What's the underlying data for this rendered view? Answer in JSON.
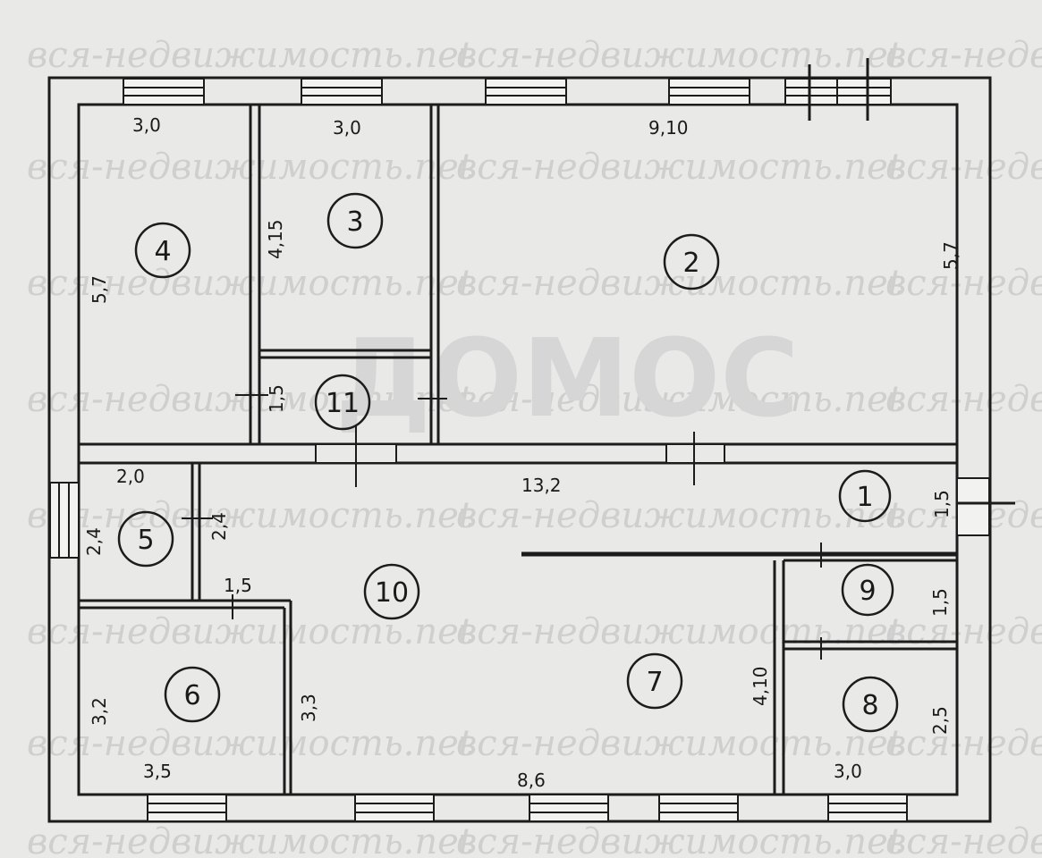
{
  "watermark": "вся-недвижимость.net",
  "logo": "ДОМОС",
  "rooms": [
    {
      "number": "1"
    },
    {
      "number": "2"
    },
    {
      "number": "3"
    },
    {
      "number": "4"
    },
    {
      "number": "5"
    },
    {
      "number": "6"
    },
    {
      "number": "7"
    },
    {
      "number": "8"
    },
    {
      "number": "9"
    },
    {
      "number": "10"
    },
    {
      "number": "11"
    }
  ],
  "dimensions": [
    "3,0",
    "3,0",
    "9,10",
    "5,7",
    "4,15",
    "5,7",
    "1,5",
    "2,0",
    "13,2",
    "1,5",
    "2,4",
    "2,4",
    "1,5",
    "1,5",
    "3,2",
    "3,3",
    "4,10",
    "2,5",
    "3,5",
    "8,6",
    "3,0"
  ],
  "colors": {
    "background": "#e9e9e7",
    "wall": "#1c1c1c",
    "watermark": "#cfcfcf"
  }
}
